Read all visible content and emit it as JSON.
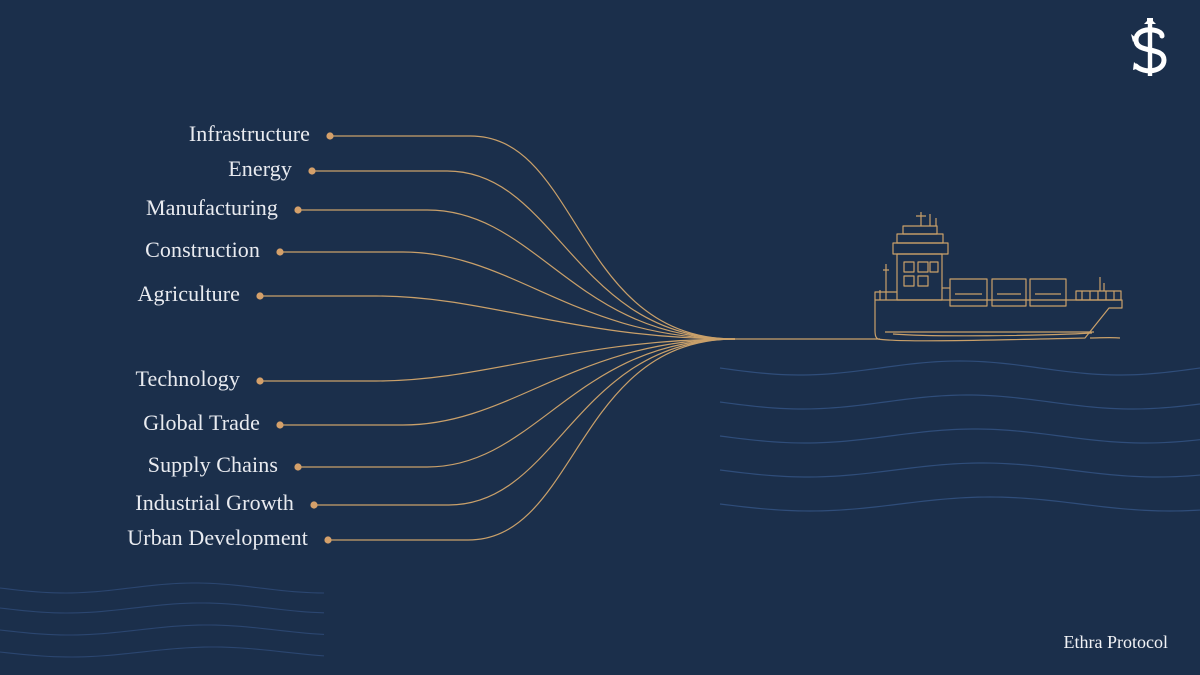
{
  "sectors": [
    {
      "label": "Infrastructure"
    },
    {
      "label": "Energy"
    },
    {
      "label": "Manufacturing"
    },
    {
      "label": "Construction"
    },
    {
      "label": "Agriculture"
    },
    {
      "label": "Technology"
    },
    {
      "label": "Global Trade"
    },
    {
      "label": "Supply Chains"
    },
    {
      "label": "Industrial Growth"
    },
    {
      "label": "Urban Development"
    }
  ],
  "brand": {
    "name": "Ethra Protocol",
    "logo_icon": "anchor-dollar-logo-icon"
  },
  "colors": {
    "background": "#1b2f4b",
    "accent": "#c9a06a",
    "wave": "#2f4d7a",
    "text": "#e9ebf0"
  },
  "ship_icon": "cargo-ship-icon"
}
